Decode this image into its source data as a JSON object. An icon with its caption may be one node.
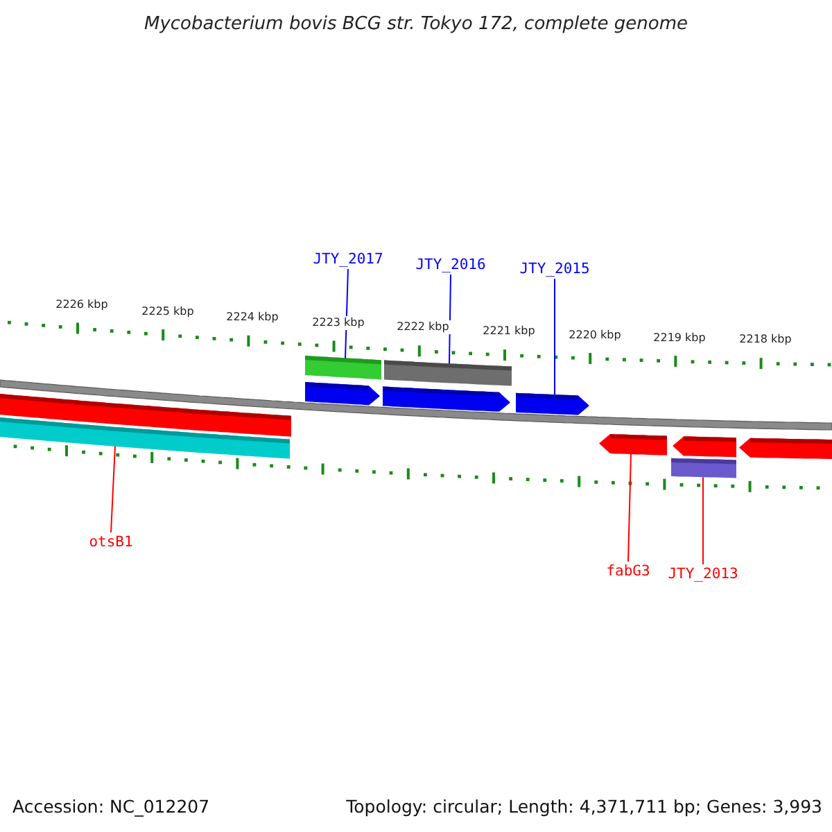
{
  "diagram": {
    "title": "Mycobacterium bovis BCG str. Tokyo 172, complete genome",
    "nodes": [
      {
        "text": [
          "JTY_2017"
        ]
      },
      {
        "text": [
          "JTY_2016"
        ]
      },
      {
        "text": [
          "JTY_2015"
        ]
      },
      {
        "text": [
          "otsB1"
        ]
      },
      {
        "text": [
          "fabG3"
        ]
      },
      {
        "text": [
          "JTY_2013"
        ]
      },
      {
        "text": [],
        "shape": "bar"
      },
      {
        "text": [],
        "shape": "bar"
      },
      {
        "text": [],
        "shape": "bar"
      },
      {
        "text": [],
        "shape": "arrow"
      },
      {
        "text": [],
        "shape": "bar"
      },
      {
        "text": [],
        "shape": "arrow"
      },
      {
        "text": [],
        "shape": "arrow"
      },
      {
        "text": [],
        "shape": "arrow"
      },
      {
        "text": [],
        "shape": "arrow"
      },
      {
        "text": [],
        "shape": "bar"
      },
      {
        "text": [],
        "shape": "arrow"
      }
    ],
    "edges": [
      {
        "from": 0,
        "to": 8,
        "arrow": "none",
        "color": "#0000ff"
      },
      {
        "from": 1,
        "to": 10,
        "arrow": "none",
        "color": "#0000ff"
      },
      {
        "from": 2,
        "to": 12,
        "arrow": "none",
        "color": "#0000ff"
      },
      {
        "from": 3,
        "to": 7,
        "arrow": "none",
        "color": "#ff0000"
      },
      {
        "from": 4,
        "to": 13,
        "arrow": "none",
        "color": "#ff0000"
      },
      {
        "from": 5,
        "to": 15,
        "arrow": "none",
        "color": "#ff0000"
      }
    ],
    "labels": [
      "2226 kbp",
      "2225 kbp",
      "2224 kbp",
      "2223 kbp",
      "2222 kbp",
      "2221 kbp",
      "2220 kbp",
      "2219 kbp",
      "2218 kbp",
      "Accession: NC_012207",
      "Topology: circular; Length: 4,371,711 bp; Genes: 3,993"
    ]
  }
}
